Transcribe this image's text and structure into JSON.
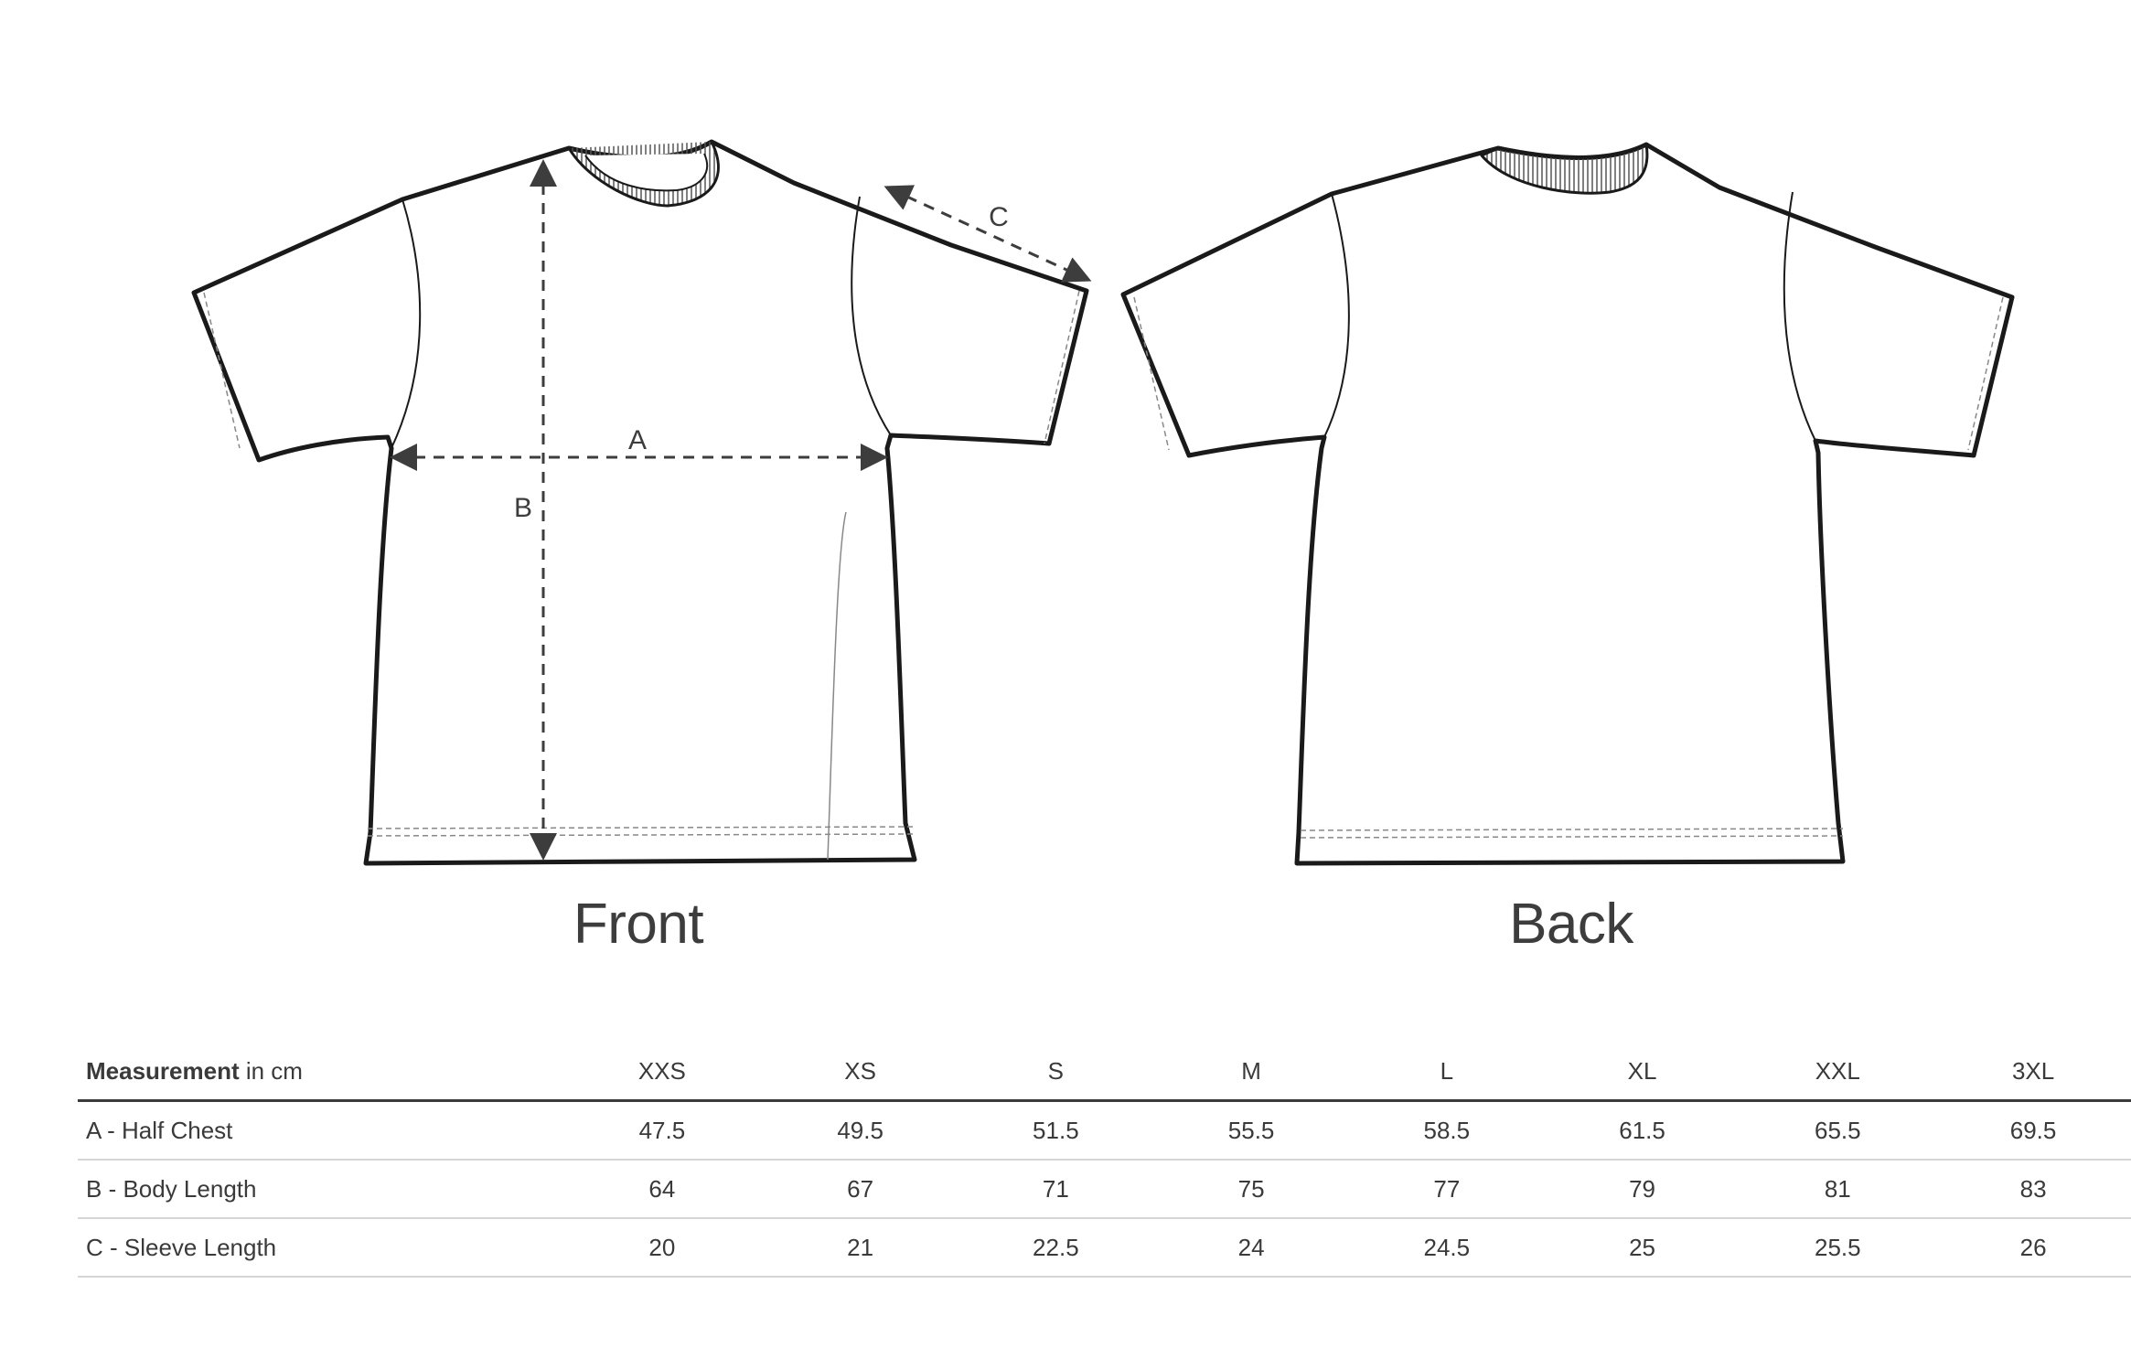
{
  "diagram": {
    "front_label": "Front",
    "back_label": "Back",
    "dimension_labels": {
      "a": "A",
      "b": "B",
      "c": "C"
    }
  },
  "table": {
    "header": {
      "measurement_bold": "Measurement",
      "measurement_unit": " in cm",
      "sizes": [
        "XXS",
        "XS",
        "S",
        "M",
        "L",
        "XL",
        "XXL",
        "3XL"
      ]
    },
    "rows": [
      {
        "label": "A - Half Chest",
        "values": [
          "47.5",
          "49.5",
          "51.5",
          "55.5",
          "58.5",
          "61.5",
          "65.5",
          "69.5"
        ]
      },
      {
        "label": "B - Body Length",
        "values": [
          "64",
          "67",
          "71",
          "75",
          "77",
          "79",
          "81",
          "83"
        ]
      },
      {
        "label": "C - Sleeve Length",
        "values": [
          "20",
          "21",
          "22.5",
          "24",
          "24.5",
          "25",
          "25.5",
          "26"
        ]
      }
    ]
  },
  "colors": {
    "ink": "#1a1a1a",
    "text": "#3a3a3a",
    "rule": "#d5d5d5"
  }
}
